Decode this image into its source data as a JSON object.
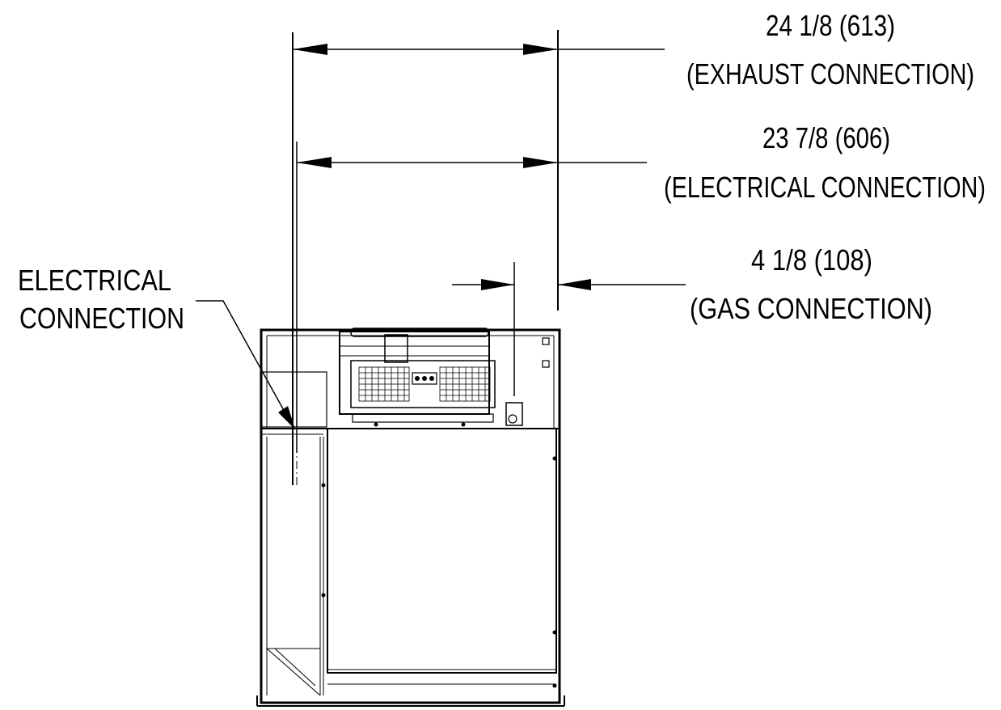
{
  "dimensions": [
    {
      "value": "24 1/8 (613)",
      "note": "(EXHAUST CONNECTION)"
    },
    {
      "value": "23 7/8 (606)",
      "note": "(ELECTRICAL CONNECTION)"
    },
    {
      "value": "4 1/8 (108)",
      "note": "(GAS CONNECTION)"
    }
  ],
  "callout": {
    "line1": "ELECTRICAL",
    "line2": "CONNECTION"
  },
  "colors": {
    "ink": "#000000",
    "paper": "#ffffff"
  }
}
